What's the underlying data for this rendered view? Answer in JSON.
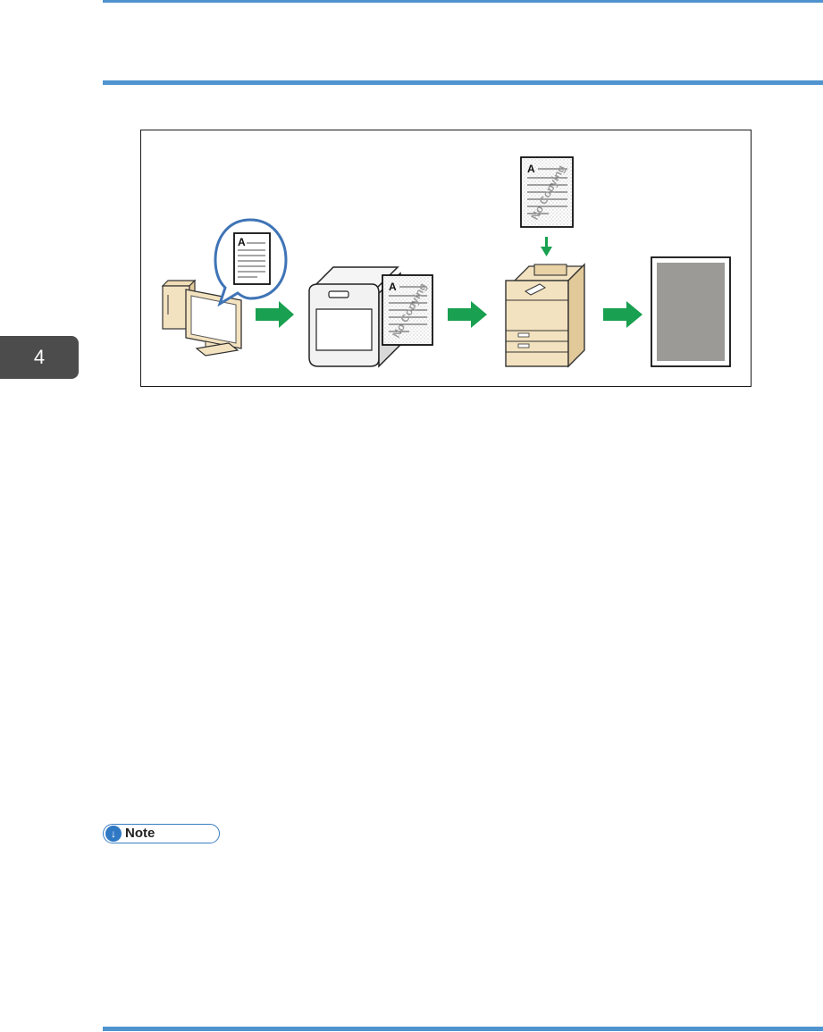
{
  "chapter": {
    "number": "4"
  },
  "figure": {
    "doc_letter": "A",
    "watermark_text": "No Copying",
    "arrow_color": "#19a050",
    "icons": [
      "computer-icon",
      "speech-bubble-icon",
      "document-icon",
      "printer-icon",
      "protected-document-icon",
      "copier-icon",
      "blank-gray-page-icon"
    ]
  },
  "note": {
    "label": "Note",
    "icon": "arrow-down-circle-icon"
  }
}
